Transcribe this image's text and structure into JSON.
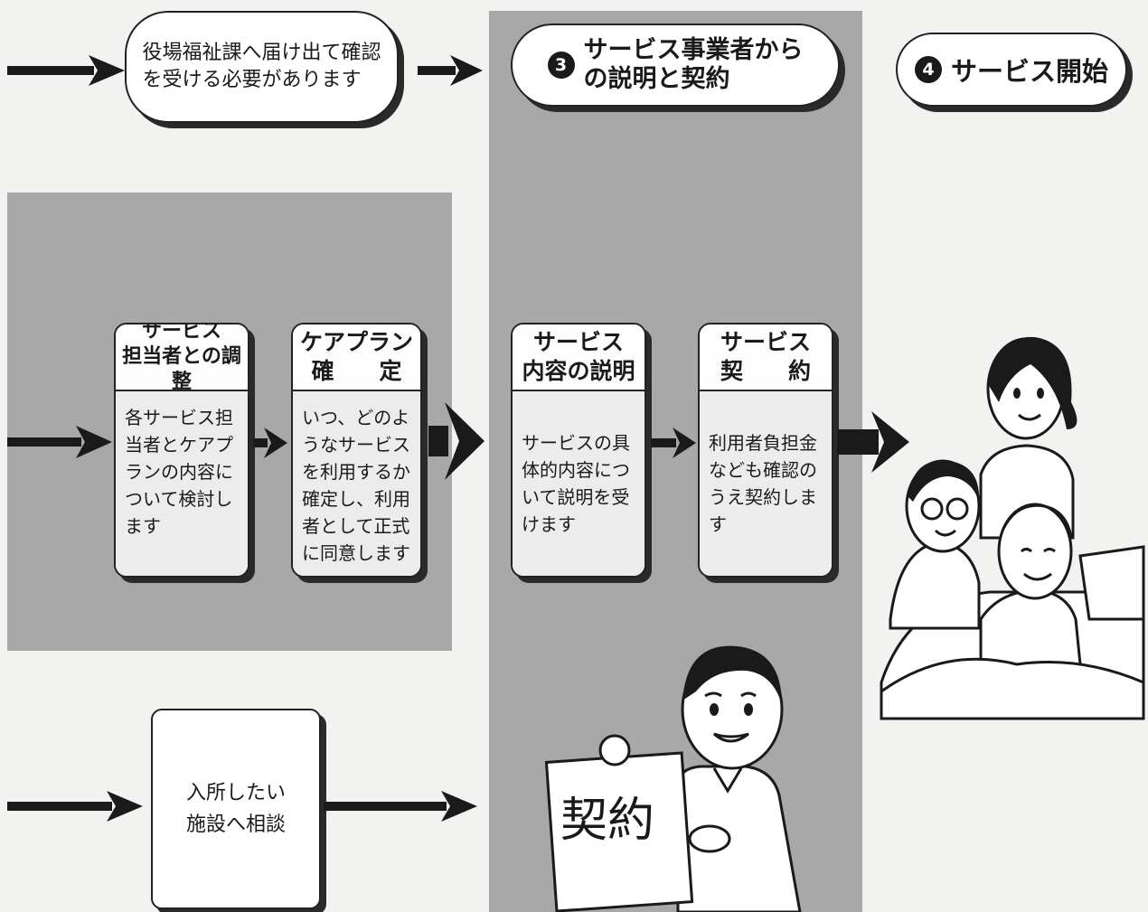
{
  "top_row": {
    "notice_pill": "役場福祉課へ届け出て確認\nを受ける必要があります",
    "step3": {
      "number": "3",
      "title": "サービス事業者から\nの説明と契約"
    },
    "step4": {
      "number": "4",
      "title": "サービス開始"
    }
  },
  "middle_row": {
    "steps": [
      {
        "header": "サービス\n担当者との調整",
        "body": "各サービス担\n当者とケアプ\nランの内容に\nついて検討し\nます"
      },
      {
        "header": "ケアプラン\n確　　定",
        "body": "いつ、どのよ\nうなサービス\nを利用するか\n確定し、利用\n者として正式\nに同意します"
      },
      {
        "header": "サービス\n内容の説明",
        "body": "サービスの具\n体的内容につ\nいて説明を受\nけます"
      },
      {
        "header": "サービス\n契　　約",
        "body": "利用者負担金\nなども確認の\nうえ契約しま\nす"
      }
    ]
  },
  "bottom_row": {
    "consult_box": "入所したい\n施設へ相談",
    "contract_sign": "契約"
  },
  "colors": {
    "panel_gray": "#a8a8a8",
    "box_white": "#ffffff",
    "ink": "#1a1a1a"
  },
  "icons": [
    "arrow-right-icon",
    "businessman-holding-sign-illustration",
    "family-caregivers-illustration"
  ]
}
